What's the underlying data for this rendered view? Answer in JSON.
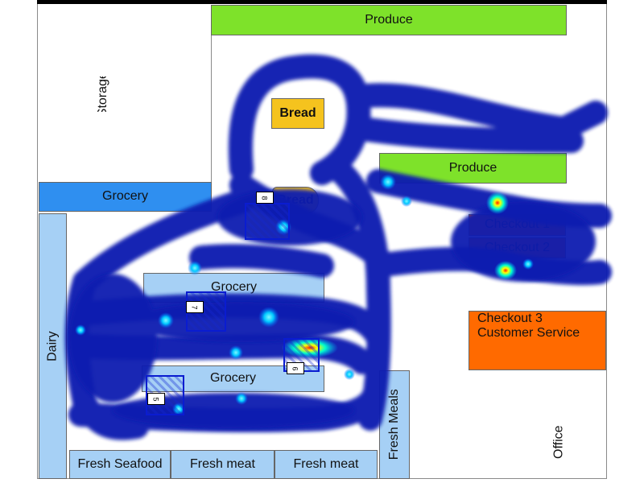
{
  "zones": {
    "produce_top": "Produce",
    "produce_right": "Produce",
    "storage": "Storage",
    "bread_upper": "Bread",
    "bread_lower": "Bread",
    "grocery_left": "Grocery",
    "grocery_mid": "Grocery",
    "grocery_low": "Grocery",
    "dairy": "Dairy",
    "checkout_1": "Checkout 1",
    "checkout_2": "Checkout 2",
    "checkout_3_line1": "Checkout 3",
    "checkout_3_line2": "Customer Service",
    "fresh_seafood": "Fresh Seafood",
    "fresh_meat_1": "Fresh meat",
    "fresh_meat_2": "Fresh meat",
    "fresh_meals": "Fresh Meals",
    "office": "Office"
  },
  "markers": [
    {
      "label": "8"
    },
    {
      "label": "7"
    },
    {
      "label": "6"
    },
    {
      "label": "5"
    }
  ],
  "colors": {
    "produce": "#7ee22a",
    "bread": "#f5c31e",
    "grocery": "#2f8ff0",
    "light_blue": "#a6d0f5",
    "checkout": "#ff6a00",
    "heat_base": "#0a1ab0",
    "heat_mid": "#00bfff",
    "heat_high": "#ffff00",
    "heat_peak": "#ff2000"
  }
}
